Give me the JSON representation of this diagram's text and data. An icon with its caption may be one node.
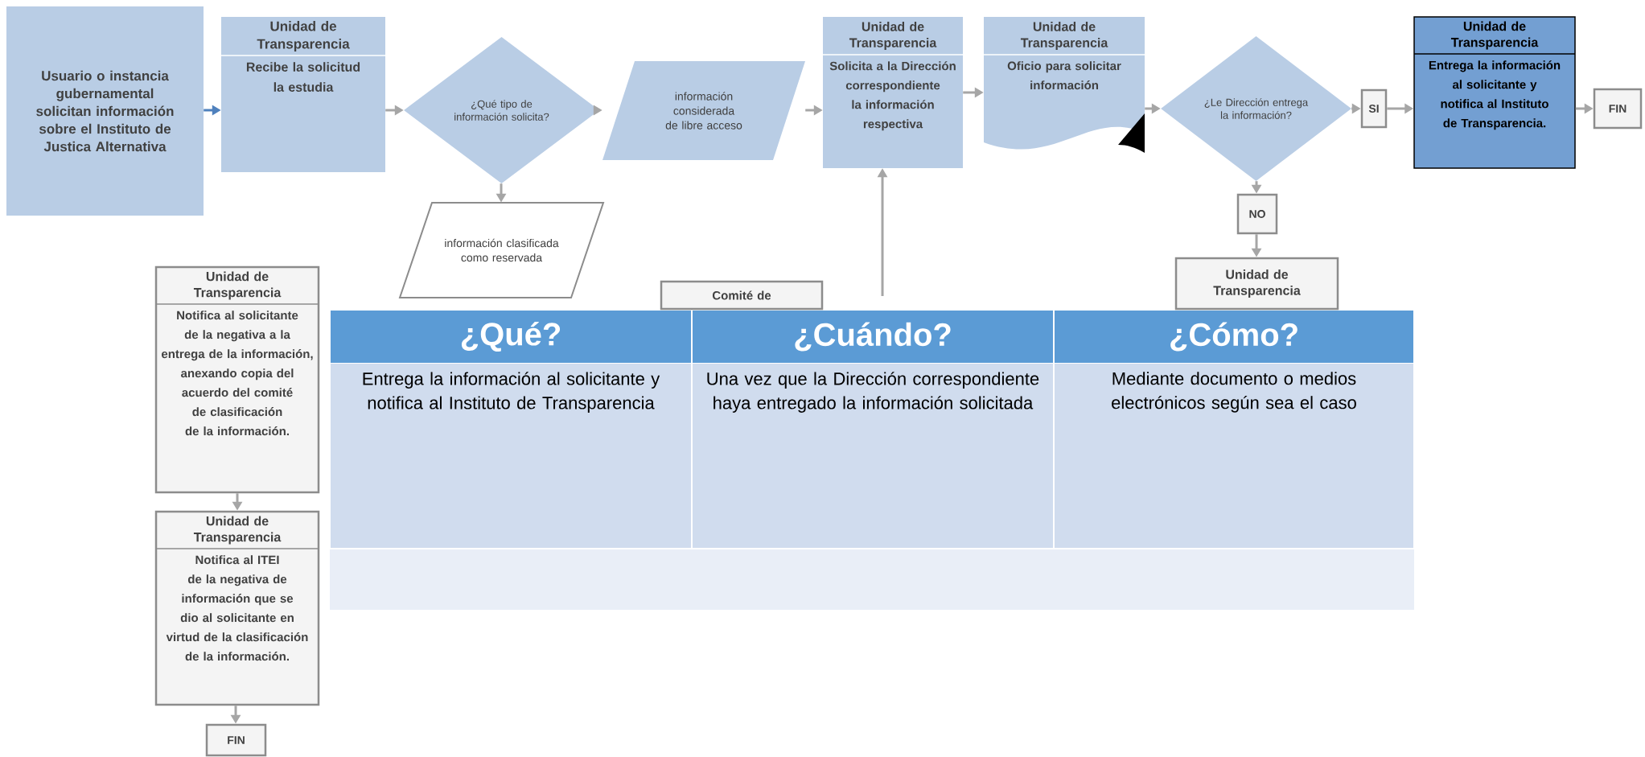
{
  "diagram": {
    "nodes": [
      {
        "text": [
          "Usuario o instancia gubernamental solicitan información sobre el Instituto de Justica Alternativa"
        ]
      },
      {
        "text": [
          "Unidad de Transparencia",
          "Recibe la solicitud la estudia"
        ]
      },
      {
        "text": [
          "¿Qué tipo de información solicita?"
        ]
      },
      {
        "text": [
          "información considerada de libre acceso"
        ]
      },
      {
        "text": [
          "Unidad de Transparencia",
          "Solicita a la Dirección correspondiente la información respectiva"
        ]
      },
      {
        "text": [
          "Unidad de Transparencia",
          "Oficio para solicitar información"
        ]
      },
      {
        "text": [
          "¿Le Dirección entrega la información?"
        ]
      },
      {
        "text": [
          "SI"
        ]
      },
      {
        "text": [
          "Unidad de Transparencia",
          "Entrega la información al solicitante y notifica al Instituto de Transparencia."
        ]
      },
      {
        "text": [
          "FIN"
        ]
      },
      {
        "text": [
          "NO"
        ]
      },
      {
        "text": [
          "Unidad de Transparencia"
        ]
      },
      {
        "text": [
          "información clasificada como reservada"
        ]
      },
      {
        "text": [
          "Comité de"
        ]
      },
      {
        "text": [
          "Unidad de Transparencia",
          "Notifica al solicitante de la negativa a la entrega de la información, anexando copia del acuerdo del comité de clasificación de la información."
        ]
      },
      {
        "text": [
          "Unidad de Transparencia",
          "Notifica al ITEI de la negativa de información que se dio al solicitante en virtud de la clasificación de la información."
        ]
      },
      {
        "text": [
          "FIN"
        ]
      }
    ],
    "edges": [
      {
        "from": 0,
        "to": 1,
        "arrow": "to",
        "color": "#4f81bd"
      },
      {
        "from": 1,
        "to": 2,
        "arrow": "to"
      },
      {
        "from": 2,
        "to": 3,
        "arrow": "to"
      },
      {
        "from": 3,
        "to": 4,
        "arrow": "to"
      },
      {
        "from": 4,
        "to": 5,
        "arrow": "to"
      },
      {
        "from": 5,
        "to": 6,
        "arrow": "to"
      },
      {
        "from": 6,
        "to": 7,
        "arrow": "to"
      },
      {
        "from": 7,
        "to": 8,
        "arrow": "to"
      },
      {
        "from": 8,
        "to": 9,
        "arrow": "to"
      },
      {
        "from": 2,
        "to": 12,
        "arrow": "to"
      },
      {
        "from": 6,
        "to": 10,
        "arrow": "to"
      },
      {
        "from": 10,
        "to": 11,
        "arrow": "to"
      },
      {
        "from": null,
        "to": 4,
        "arrow": "to"
      },
      {
        "from": 14,
        "to": 15,
        "arrow": "to"
      },
      {
        "from": 15,
        "to": 16,
        "arrow": "to"
      }
    ],
    "labels": [
      "¿Qué?",
      "¿Cuándo?",
      "¿Cómo?",
      "Entrega la información al solicitante y notifica al Instituto de Transparencia",
      "Una vez que la Dirección correspondiente haya entregado la información solicitada",
      "Mediante documento o medios electrónicos según sea el caso"
    ]
  }
}
